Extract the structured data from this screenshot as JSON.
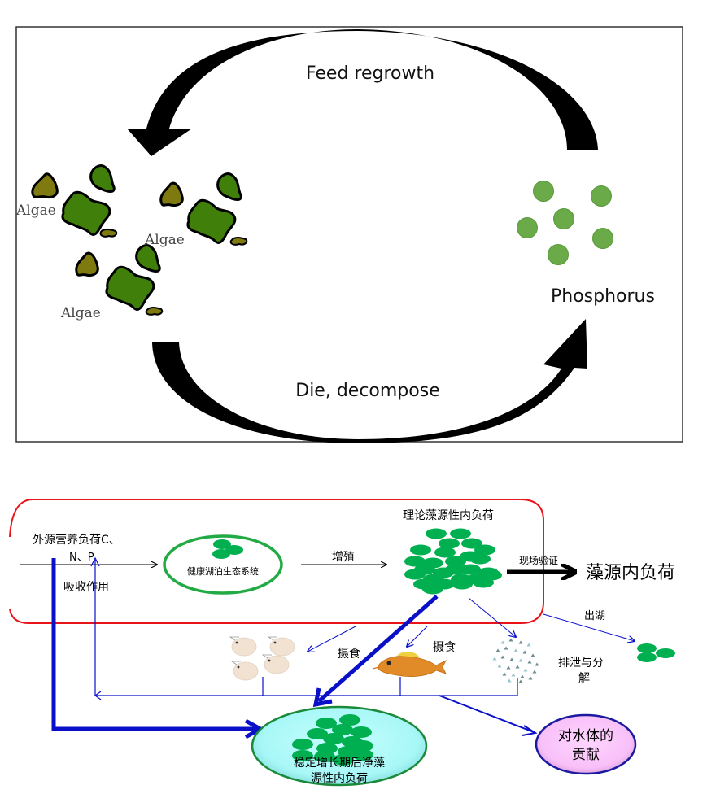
{
  "top_diagram": {
    "title": "Algae phosphorus cycle",
    "arrow_top_label": "Feed regrowth",
    "arrow_bottom_label": "Die, decompose",
    "algae_labels": [
      "Algae",
      "Algae",
      "Algae"
    ],
    "phosphorus_label": "Phosphorus",
    "colors": {
      "algae_dark": "#3f7f0a",
      "algae_olive": "#7f7a10",
      "phosphorus": "#6aaa48",
      "arrow": "#000000",
      "frame": "#333333"
    }
  },
  "bottom_diagram": {
    "external_load_line1": "外源营养负荷C、",
    "external_load_line2": "N、P",
    "absorption": "吸收作用",
    "healthy_lake": "健康湖泊生态系统",
    "proliferation": "增殖",
    "theoretical_load": "理论藻源性内负荷",
    "field_verify": "现场验证",
    "algal_internal_load": "藻源内负荷",
    "outflow": "出湖",
    "grazing_1": "摄食",
    "grazing_2": "摄食",
    "excretion_line1": "排泄与分",
    "excretion_line2": "解",
    "net_load_line1": "稳定增长期后净藻",
    "net_load_line2": "源性内负荷",
    "contribution_line1": "对水体的",
    "contribution_line2": "贡献",
    "colors": {
      "boundary": "#e8141a",
      "flow": "#0a10c8",
      "algae_cell": "#00b050",
      "net_load_fill": "#a8f7f7",
      "contribution_fill": "#f8c0f8"
    }
  }
}
